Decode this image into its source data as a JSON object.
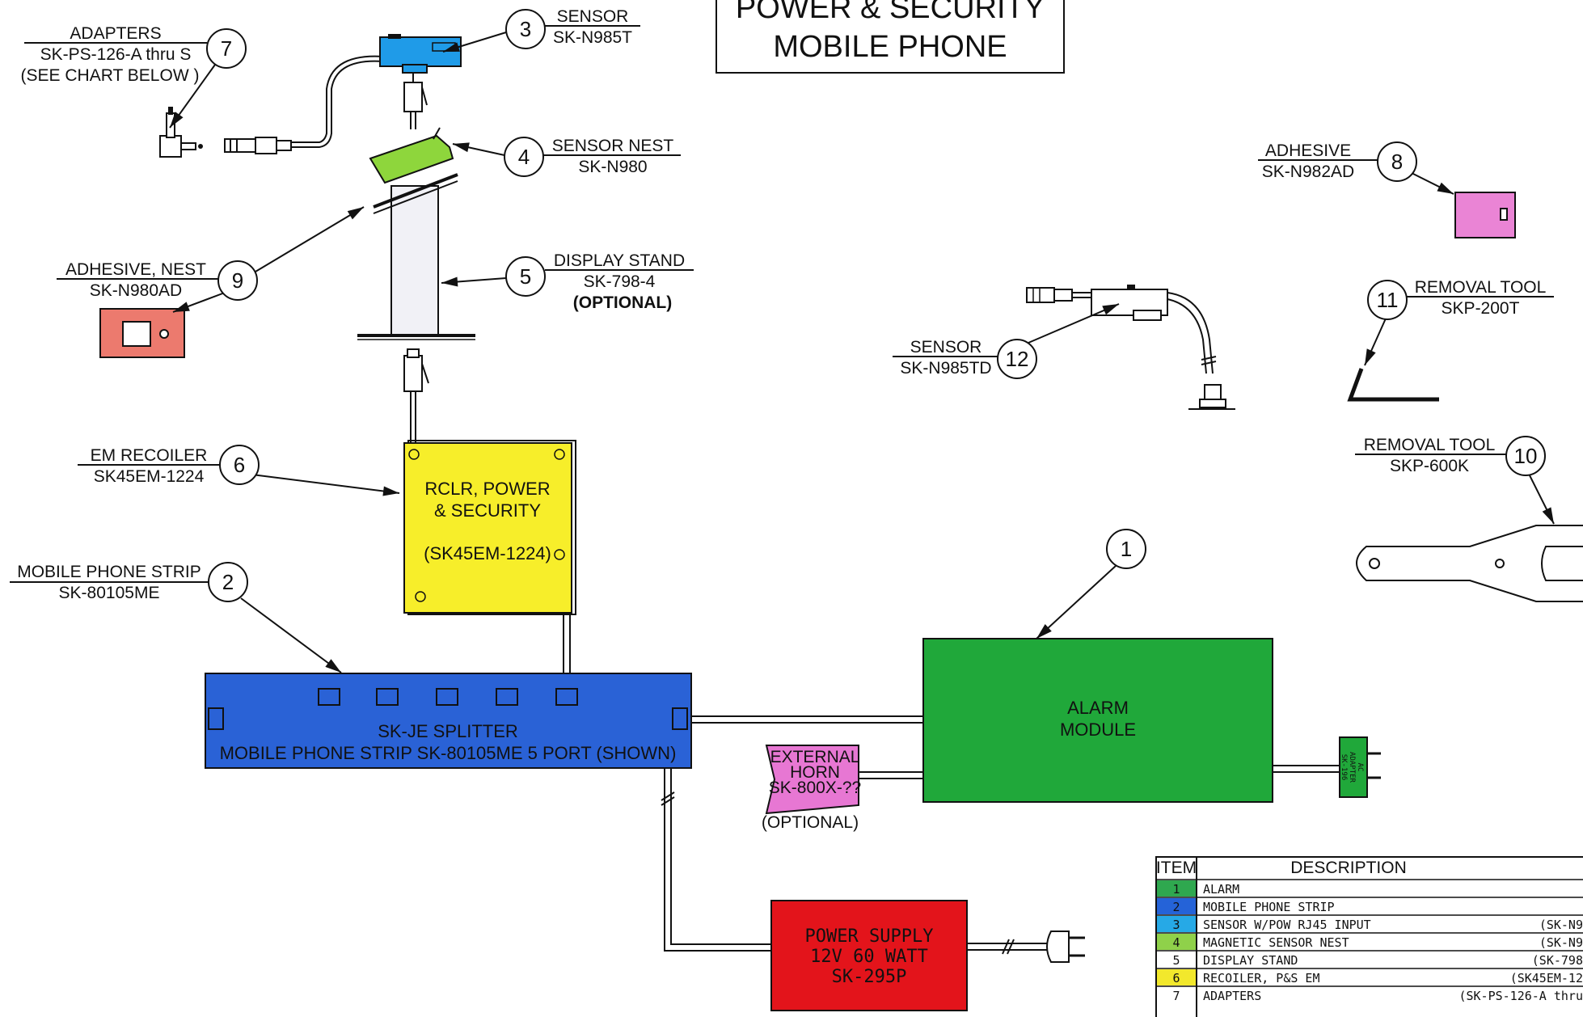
{
  "title": {
    "line1": "POWER & SECURITY",
    "line2": "MOBILE PHONE"
  },
  "callouts": {
    "c1": {
      "num": "1"
    },
    "c2": {
      "num": "2",
      "name": "MOBILE PHONE STRIP",
      "part": "SK-80105ME"
    },
    "c3": {
      "num": "3",
      "name": "SENSOR",
      "part": "SK-N985T"
    },
    "c4": {
      "num": "4",
      "name": "SENSOR NEST",
      "part": "SK-N980"
    },
    "c5": {
      "num": "5",
      "name": "DISPLAY STAND",
      "part": "SK-798-4",
      "note": "(OPTIONAL)"
    },
    "c6": {
      "num": "6",
      "name": "EM RECOILER",
      "part": "SK45EM-1224"
    },
    "c7": {
      "num": "7",
      "name": "ADAPTERS",
      "part": "SK-PS-126-A thru S",
      "note": "(SEE CHART BELOW )"
    },
    "c8": {
      "num": "8",
      "name": "ADHESIVE",
      "part": "SK-N982AD"
    },
    "c9": {
      "num": "9",
      "name": "ADHESIVE, NEST",
      "part": "SK-N980AD"
    },
    "c10": {
      "num": "10",
      "name": "REMOVAL TOOL",
      "part": "SKP-600K"
    },
    "c11": {
      "num": "11",
      "name": "REMOVAL TOOL",
      "part": "SKP-200T"
    },
    "c12": {
      "num": "12",
      "name": "SENSOR",
      "part": "SK-N985TD"
    }
  },
  "components": {
    "recoiler": {
      "line1": "RCLR, POWER",
      "line2": "& SECURITY",
      "line3": "(SK45EM-1224)"
    },
    "splitter": {
      "line1": "SK-JE SPLITTER",
      "line2": "MOBILE PHONE STRIP SK-80105ME 5 PORT (SHOWN)"
    },
    "alarm": {
      "line1": "ALARM",
      "line2": "MODULE"
    },
    "horn": {
      "line1": "EXTERNAL",
      "line2": "HORN",
      "line3": "SK-800X-??",
      "note": "(OPTIONAL)"
    },
    "ac_adapter": {
      "line1": "AC",
      "line2": "ADAPTER",
      "line3": "SK-196"
    },
    "power_supply": {
      "line1": "POWER SUPPLY",
      "line2": "12V 60 WATT",
      "line3": "SK-295P"
    }
  },
  "table": {
    "headers": {
      "item": "ITEM",
      "description": "DESCRIPTION"
    },
    "rows": [
      {
        "item": "1",
        "description": "ALARM",
        "part": "",
        "color": "#2fa84f"
      },
      {
        "item": "2",
        "description": "MOBILE PHONE STRIP",
        "part": "",
        "color": "#2563d8"
      },
      {
        "item": "3",
        "description": "SENSOR W/POW RJ45 INPUT",
        "part": "(SK-N9",
        "color": "#26a9e6"
      },
      {
        "item": "4",
        "description": "MAGNETIC SENSOR NEST",
        "part": "(SK-N9",
        "color": "#8fd14a"
      },
      {
        "item": "5",
        "description": "DISPLAY STAND",
        "part": "(SK-798",
        "color": "#ffffff"
      },
      {
        "item": "6",
        "description": "RECOILER, P&S EM",
        "part": "(SK45EM-12",
        "color": "#f2e82c"
      },
      {
        "item": "7",
        "description": "ADAPTERS",
        "part": "(SK-PS-126-A thru",
        "color": "#ffffff"
      }
    ]
  },
  "colors": {
    "alarm": "#20a83a",
    "splitter": "#2a62d6",
    "recoiler": "#f7ee2a",
    "power_supply": "#e3141b",
    "horn": "#e777d3",
    "sensor": "#1f9be8",
    "nest": "#8ed63c",
    "adhesive": "#ea84d5",
    "adhesive_nest": "#ec7a6e"
  }
}
